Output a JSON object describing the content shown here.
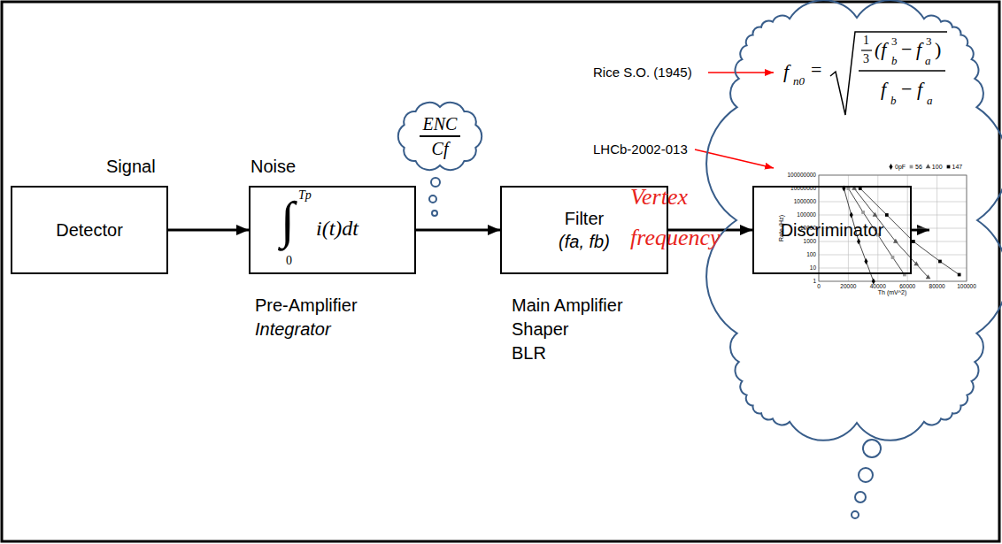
{
  "diagram": {
    "nodes": [
      {
        "text": [
          "Detector"
        ]
      },
      {
        "text": [
          "∫",
          "Tp",
          "0",
          "i(t)dt"
        ]
      },
      {
        "text": [
          "ENC",
          "Cf"
        ]
      },
      {
        "text": [
          "Filter",
          "(fa, fb)"
        ]
      },
      {
        "text": [
          "Discriminator"
        ]
      },
      {
        "text": [
          "f",
          "n0",
          "=",
          "1",
          "3",
          "(f",
          "b",
          "3",
          "−",
          "f",
          "a",
          "3",
          ")",
          "f",
          "b",
          "−",
          "f",
          "a"
        ]
      }
    ],
    "edges": [
      {
        "from": 0,
        "to": 1,
        "arrow": "to"
      },
      {
        "from": 1,
        "to": 3,
        "arrow": "to"
      },
      {
        "from": 3,
        "to": 4,
        "arrow": "to"
      }
    ],
    "labels": [
      "Signal",
      "Noise",
      "Pre-Amplifier",
      "Integrator",
      "Main Amplifier",
      "Shaper",
      "BLR",
      "Rice S.O. (1945)",
      "LHCb-2002-013",
      "Vertex frequency",
      "Rate (Hz)",
      "Th (mV^2)",
      "0",
      "20000",
      "40000",
      "60000",
      "80000",
      "100000",
      "1",
      "10",
      "100",
      "1000",
      "10000",
      "100000",
      "1000000",
      "10000000",
      "100000000"
    ],
    "legend": [
      {
        "text": "0pF"
      },
      {
        "text": "56"
      },
      {
        "text": "100"
      },
      {
        "text": "147"
      }
    ]
  }
}
